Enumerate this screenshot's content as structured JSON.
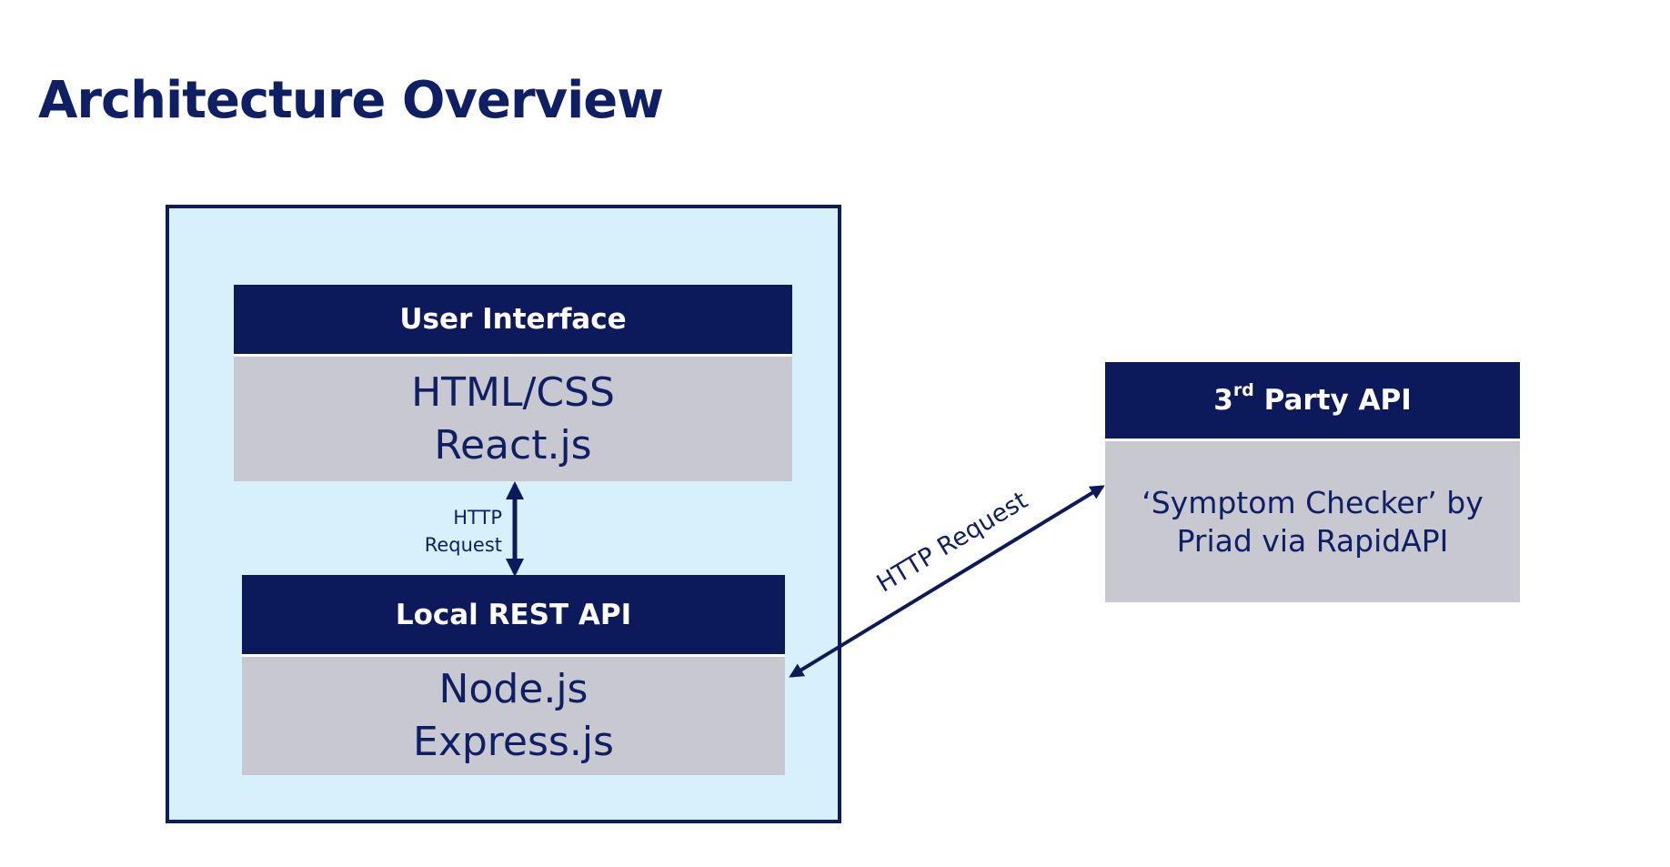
{
  "slide": {
    "title": "Architecture Overview"
  },
  "user_interface": {
    "header": "User Interface",
    "tech": [
      "HTML/CSS",
      "React.js"
    ]
  },
  "local_rest_api": {
    "header": "Local REST API",
    "tech": [
      "Node.js",
      "Express.js"
    ]
  },
  "third_party_api": {
    "header_prefix": "3",
    "header_sup": "rd",
    "header_suffix": " Party API",
    "description": [
      "‘Symptom Checker’ by",
      "Priad via RapidAPI"
    ]
  },
  "connections": {
    "ui_to_rest_label": [
      "HTTP",
      "Request"
    ],
    "rest_to_third_label": "HTTP Request"
  },
  "colors": {
    "navy": "#0c1a5c",
    "container_fill": "#d6f1fb",
    "body_gray": "#c8c8d0"
  }
}
